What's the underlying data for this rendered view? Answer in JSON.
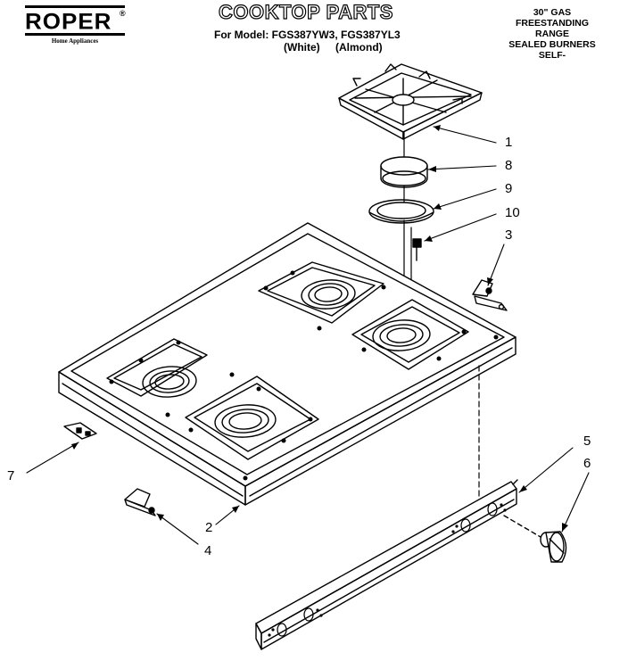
{
  "brand": {
    "name": "ROPER",
    "tagline": "Home Appliances",
    "mark": "®"
  },
  "header": {
    "title": "COOKTOP PARTS",
    "model_line": "For Model: FGS387YW3, FGS387YL3",
    "variants": [
      "(White)",
      "(Almond)"
    ]
  },
  "spec_block": [
    "30\" GAS",
    "FREESTANDING",
    "RANGE",
    "SEALED BURNERS",
    "SELF-"
  ],
  "callouts": [
    "1",
    "8",
    "9",
    "10",
    "3",
    "5",
    "6",
    "7",
    "2",
    "4"
  ],
  "colors": {
    "ink": "#000000",
    "paper": "#ffffff"
  }
}
